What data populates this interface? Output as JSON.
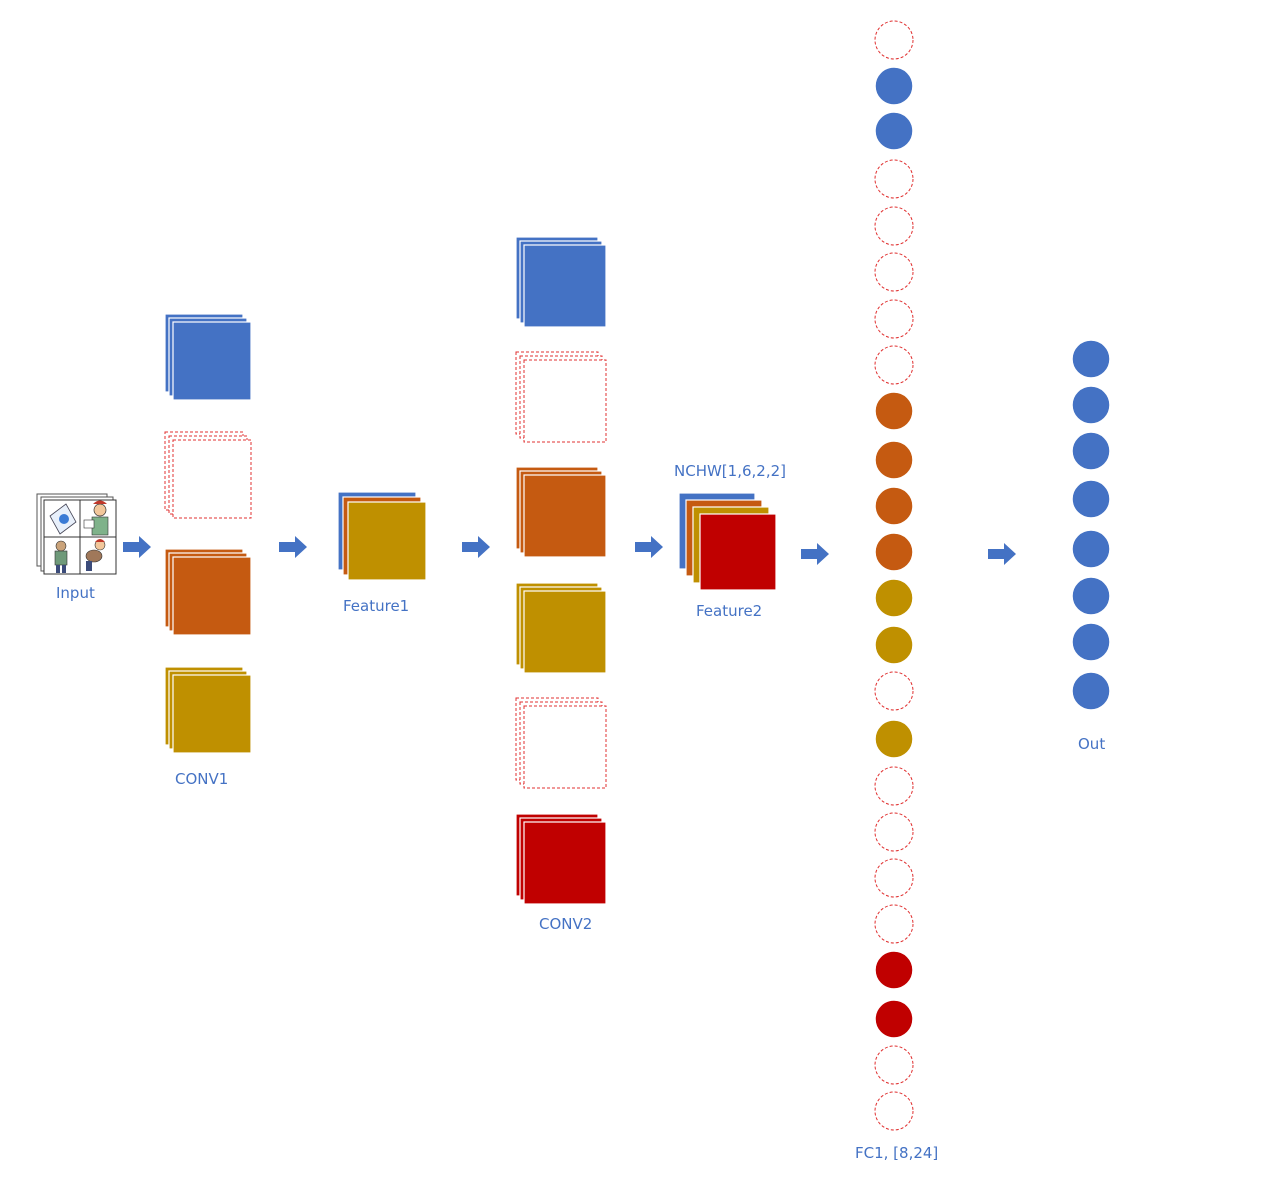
{
  "colors": {
    "blue": "#4472c4",
    "orange": "#c55a11",
    "gold": "#bf9000",
    "red": "#c00000",
    "dashed_outline": "#e03030",
    "arrow": "#4472c4",
    "label": "#4472c4"
  },
  "labels": {
    "input": "Input",
    "conv1": "CONV1",
    "feature1": "Feature1",
    "conv2": "CONV2",
    "feature2_shape": "NCHW[1,6,2,2]",
    "feature2": "Feature2",
    "fc1": "FC1, [8,24]",
    "out": "Out"
  },
  "conv1_kernels": [
    "blue",
    "empty",
    "orange",
    "gold"
  ],
  "conv2_kernels": [
    "blue",
    "empty",
    "orange",
    "gold",
    "empty",
    "red"
  ],
  "feature1_channels": [
    "blue",
    "orange",
    "gold"
  ],
  "feature2_channels": [
    "blue",
    "orange",
    "gold",
    "red"
  ],
  "fc1_neurons": [
    "empty",
    "blue",
    "blue",
    "empty",
    "empty",
    "empty",
    "empty",
    "empty",
    "orange",
    "orange",
    "orange",
    "orange",
    "gold",
    "gold",
    "empty",
    "gold",
    "empty",
    "empty",
    "empty",
    "empty",
    "red",
    "red",
    "empty",
    "empty"
  ],
  "out_neurons": [
    "blue",
    "blue",
    "blue",
    "blue",
    "blue",
    "blue",
    "blue",
    "blue"
  ],
  "input_icon": "comic-strip-image-icon"
}
